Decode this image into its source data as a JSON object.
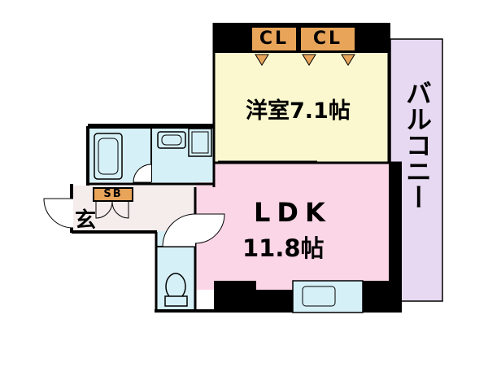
{
  "rooms": {
    "western_room": {
      "name": "洋室7.1帖"
    },
    "ldk": {
      "name": "LDK",
      "size": "11.8帖"
    },
    "balcony": {
      "name": "バルコニー"
    },
    "entrance": {
      "name": "玄"
    }
  },
  "storage": {
    "closet_left": "CL",
    "closet_right": "CL",
    "shoe_box": "SB"
  },
  "colors": {
    "western_room": "#fbf8cf",
    "ldk": "#fbd6e6",
    "balcony": "#e7d9f2",
    "wet_area": "#d6f0f7",
    "entrance": "#f5ecec",
    "storage": "#e8a55a",
    "wall": "#000000"
  }
}
